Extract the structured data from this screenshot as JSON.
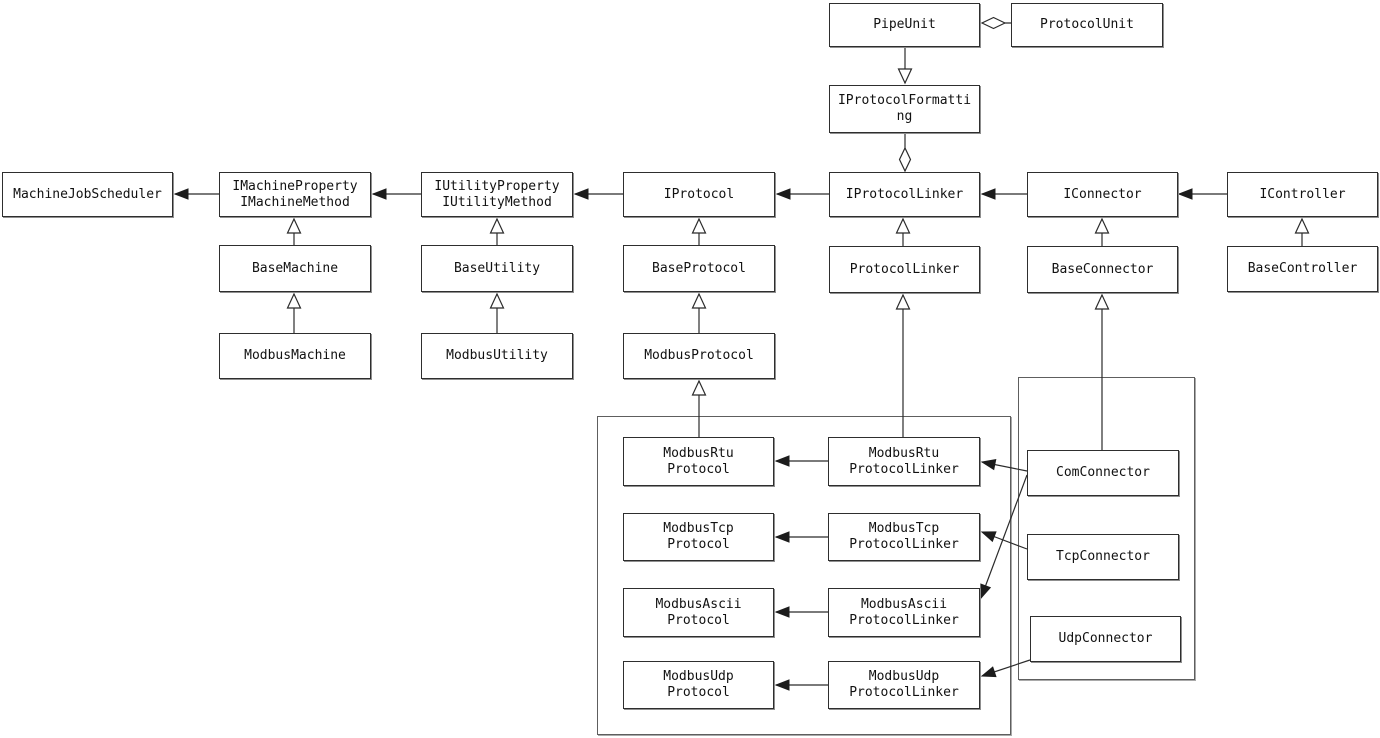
{
  "diagram": {
    "kind": "uml-class-diagram",
    "colors": {
      "background": "#ffffff",
      "line": "#2b2b2b",
      "box_border": "#2e2e2e",
      "box_background": "#ffffff",
      "text": "#111111"
    },
    "nodes": [
      {
        "id": "pipe-unit",
        "label": "PipeUnit",
        "lines": [
          "PipeUnit"
        ]
      },
      {
        "id": "protocol-unit",
        "label": "ProtocolUnit",
        "lines": [
          "ProtocolUnit"
        ]
      },
      {
        "id": "i-protocol-formatting",
        "label": "IProtocolFormatting",
        "lines": [
          "IProtocolFormatti",
          "ng"
        ]
      },
      {
        "id": "machine-job-scheduler",
        "label": "MachineJobScheduler",
        "lines": [
          "MachineJobScheduler"
        ]
      },
      {
        "id": "i-machine",
        "label": "IMachineProperty IMachineMethod",
        "lines": [
          "IMachineProperty",
          "IMachineMethod"
        ]
      },
      {
        "id": "i-utility",
        "label": "IUtilityProperty IUtilityMethod",
        "lines": [
          "IUtilityProperty",
          "IUtilityMethod"
        ]
      },
      {
        "id": "i-protocol",
        "label": "IProtocol",
        "lines": [
          "IProtocol"
        ]
      },
      {
        "id": "i-protocol-linker",
        "label": "IProtocolLinker",
        "lines": [
          "IProtocolLinker"
        ]
      },
      {
        "id": "i-connector",
        "label": "IConnector",
        "lines": [
          "IConnector"
        ]
      },
      {
        "id": "i-controller",
        "label": "IController",
        "lines": [
          "IController"
        ]
      },
      {
        "id": "base-machine",
        "label": "BaseMachine",
        "lines": [
          "BaseMachine"
        ]
      },
      {
        "id": "base-utility",
        "label": "BaseUtility",
        "lines": [
          "BaseUtility"
        ]
      },
      {
        "id": "base-protocol",
        "label": "BaseProtocol",
        "lines": [
          "BaseProtocol"
        ]
      },
      {
        "id": "protocol-linker",
        "label": "ProtocolLinker",
        "lines": [
          "ProtocolLinker"
        ]
      },
      {
        "id": "base-connector",
        "label": "BaseConnector",
        "lines": [
          "BaseConnector"
        ]
      },
      {
        "id": "base-controller",
        "label": "BaseController",
        "lines": [
          "BaseController"
        ]
      },
      {
        "id": "modbus-machine",
        "label": "ModbusMachine",
        "lines": [
          "ModbusMachine"
        ]
      },
      {
        "id": "modbus-utility",
        "label": "ModbusUtility",
        "lines": [
          "ModbusUtility"
        ]
      },
      {
        "id": "modbus-protocol",
        "label": "ModbusProtocol",
        "lines": [
          "ModbusProtocol"
        ]
      },
      {
        "id": "modbus-rtu-protocol",
        "label": "ModbusRtuProtocol",
        "lines": [
          "ModbusRtu",
          "Protocol"
        ]
      },
      {
        "id": "modbus-rtu-protocol-linker",
        "label": "ModbusRtuProtocolLinker",
        "lines": [
          "ModbusRtu",
          "ProtocolLinker"
        ]
      },
      {
        "id": "modbus-tcp-protocol",
        "label": "ModbusTcpProtocol",
        "lines": [
          "ModbusTcp",
          "Protocol"
        ]
      },
      {
        "id": "modbus-tcp-protocol-linker",
        "label": "ModbusTcpProtocolLinker",
        "lines": [
          "ModbusTcp",
          "ProtocolLinker"
        ]
      },
      {
        "id": "modbus-ascii-protocol",
        "label": "ModbusAsciiProtocol",
        "lines": [
          "ModbusAscii",
          "Protocol"
        ]
      },
      {
        "id": "modbus-ascii-protocol-linker",
        "label": "ModbusAsciiProtocolLinker",
        "lines": [
          "ModbusAscii",
          "ProtocolLinker"
        ]
      },
      {
        "id": "modbus-udp-protocol",
        "label": "ModbusUdpProtocol",
        "lines": [
          "ModbusUdp",
          "Protocol"
        ]
      },
      {
        "id": "modbus-udp-protocol-linker",
        "label": "ModbusUdpProtocolLinker",
        "lines": [
          "ModbusUdp",
          "ProtocolLinker"
        ]
      },
      {
        "id": "com-connector",
        "label": "ComConnector",
        "lines": [
          "ComConnector"
        ]
      },
      {
        "id": "tcp-connector",
        "label": "TcpConnector",
        "lines": [
          "TcpConnector"
        ]
      },
      {
        "id": "udp-connector",
        "label": "UdpConnector",
        "lines": [
          "UdpConnector"
        ]
      }
    ],
    "containers": [
      {
        "id": "protocol-group",
        "members": [
          "modbus-rtu-protocol",
          "modbus-rtu-protocol-linker",
          "modbus-tcp-protocol",
          "modbus-tcp-protocol-linker",
          "modbus-ascii-protocol",
          "modbus-ascii-protocol-linker",
          "modbus-udp-protocol",
          "modbus-udp-protocol-linker"
        ]
      },
      {
        "id": "connector-group",
        "members": [
          "com-connector",
          "tcp-connector",
          "udp-connector"
        ]
      }
    ],
    "edges": [
      {
        "from": "protocol-unit",
        "to": "pipe-unit",
        "type": "aggregation"
      },
      {
        "from": "pipe-unit",
        "to": "i-protocol-formatting",
        "type": "realization"
      },
      {
        "from": "i-protocol-formatting",
        "to": "i-protocol-linker",
        "type": "aggregation"
      },
      {
        "from": "i-machine",
        "to": "machine-job-scheduler",
        "type": "association"
      },
      {
        "from": "i-utility",
        "to": "i-machine",
        "type": "association"
      },
      {
        "from": "i-protocol",
        "to": "i-utility",
        "type": "association"
      },
      {
        "from": "i-protocol-linker",
        "to": "i-protocol",
        "type": "association"
      },
      {
        "from": "i-connector",
        "to": "i-protocol-linker",
        "type": "association"
      },
      {
        "from": "i-controller",
        "to": "i-connector",
        "type": "association"
      },
      {
        "from": "base-machine",
        "to": "i-machine",
        "type": "inheritance"
      },
      {
        "from": "modbus-machine",
        "to": "base-machine",
        "type": "inheritance"
      },
      {
        "from": "base-utility",
        "to": "i-utility",
        "type": "inheritance"
      },
      {
        "from": "modbus-utility",
        "to": "base-utility",
        "type": "inheritance"
      },
      {
        "from": "base-protocol",
        "to": "i-protocol",
        "type": "inheritance"
      },
      {
        "from": "modbus-protocol",
        "to": "base-protocol",
        "type": "inheritance"
      },
      {
        "from": "modbus-rtu-protocol",
        "to": "modbus-protocol",
        "type": "inheritance"
      },
      {
        "from": "protocol-linker",
        "to": "i-protocol-linker",
        "type": "inheritance"
      },
      {
        "from": "modbus-rtu-protocol-linker",
        "to": "protocol-linker",
        "type": "inheritance"
      },
      {
        "from": "base-connector",
        "to": "i-connector",
        "type": "inheritance"
      },
      {
        "from": "com-connector",
        "to": "base-connector",
        "type": "inheritance"
      },
      {
        "from": "base-controller",
        "to": "i-controller",
        "type": "inheritance"
      },
      {
        "from": "modbus-rtu-protocol-linker",
        "to": "modbus-rtu-protocol",
        "type": "association"
      },
      {
        "from": "modbus-tcp-protocol-linker",
        "to": "modbus-tcp-protocol",
        "type": "association"
      },
      {
        "from": "modbus-ascii-protocol-linker",
        "to": "modbus-ascii-protocol",
        "type": "association"
      },
      {
        "from": "modbus-udp-protocol-linker",
        "to": "modbus-udp-protocol",
        "type": "association"
      },
      {
        "from": "com-connector",
        "to": "modbus-rtu-protocol-linker",
        "type": "association"
      },
      {
        "from": "com-connector",
        "to": "modbus-ascii-protocol-linker",
        "type": "association"
      },
      {
        "from": "tcp-connector",
        "to": "modbus-tcp-protocol-linker",
        "type": "association"
      },
      {
        "from": "udp-connector",
        "to": "modbus-udp-protocol-linker",
        "type": "association"
      }
    ]
  }
}
